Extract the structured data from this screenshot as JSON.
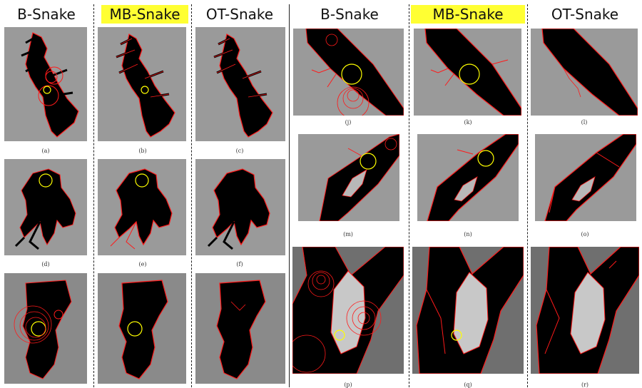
{
  "headers": {
    "left_b": "B-Snake",
    "left_mb": "MB-Snake",
    "left_ot": "OT-Snake",
    "right_b": "B-Snake",
    "right_mb": "MB-Snake",
    "right_ot": "OT-Snake"
  },
  "captions": {
    "a": "(a)",
    "b": "(b)",
    "c": "(c)",
    "d": "(d)",
    "e": "(e)",
    "f": "(f)",
    "g": "",
    "h": "",
    "i": "",
    "j": "(j)",
    "k": "(k)",
    "l": "(l)",
    "m": "(m)",
    "n": "(n)",
    "o": "(o)",
    "p": "(p)",
    "q": "(q)",
    "r": "(r)"
  },
  "colors": {
    "highlight": "#ffff33",
    "contour": "#ff1a1a",
    "seed_circle": "#ffff00",
    "water": "#000000"
  }
}
